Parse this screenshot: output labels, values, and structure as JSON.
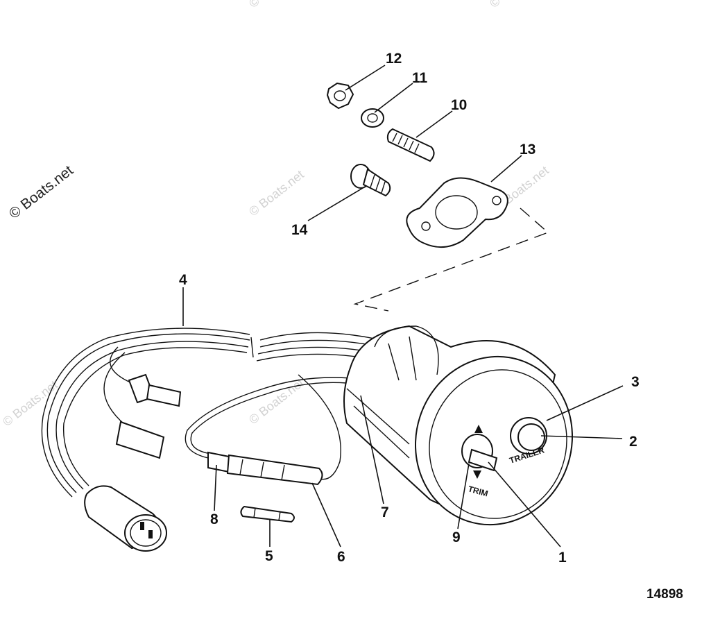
{
  "watermark": {
    "main": "© Boats.net",
    "faint": "© Boats.net"
  },
  "figure_number": "14898",
  "switch_labels": {
    "trim": "TRIM",
    "trailer": "TRAILER"
  },
  "callouts": [
    {
      "id": "1",
      "label": "1"
    },
    {
      "id": "2",
      "label": "2"
    },
    {
      "id": "3",
      "label": "3"
    },
    {
      "id": "4",
      "label": "4"
    },
    {
      "id": "5",
      "label": "5"
    },
    {
      "id": "6",
      "label": "6"
    },
    {
      "id": "7",
      "label": "7"
    },
    {
      "id": "8",
      "label": "8"
    },
    {
      "id": "9",
      "label": "9"
    },
    {
      "id": "10",
      "label": "10"
    },
    {
      "id": "11",
      "label": "11"
    },
    {
      "id": "12",
      "label": "12"
    },
    {
      "id": "13",
      "label": "13"
    },
    {
      "id": "14",
      "label": "14"
    }
  ]
}
